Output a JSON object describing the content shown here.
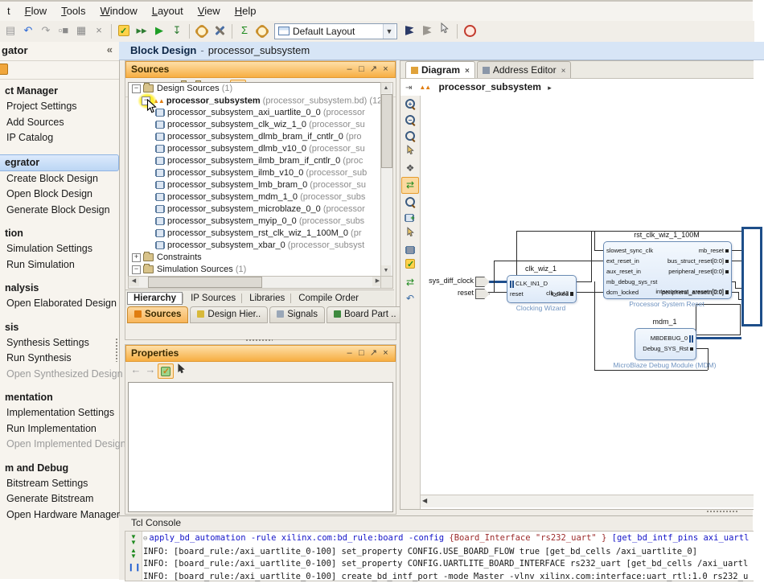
{
  "menu": {
    "items": [
      "t",
      "Flow",
      "Tools",
      "Window",
      "Layout",
      "View",
      "Help"
    ]
  },
  "toolbar": {
    "icons_left": [
      "save-icon",
      "undo-icon",
      "redo-icon",
      "copy-icon",
      "paste-icon",
      "delete-icon"
    ],
    "icons_mid": [
      "run-checkpoint-icon",
      "elaborate-icon",
      "run-icon",
      "export-icon",
      "design-settings-icon",
      "tools-icon",
      "reports-sigma-icon",
      "project-gear-icon"
    ],
    "layout_select": {
      "value": "Default Layout"
    },
    "icons_right": [
      "bookmark-icon",
      "bookmark-gray-icon",
      "select-cursor-icon",
      "dashboard-icon"
    ]
  },
  "flow_navigator": {
    "title_tail": "gator",
    "collapse_glyph": "«",
    "sections": [
      {
        "header": "ct Manager",
        "selected": false,
        "items": [
          {
            "label": "Project Settings",
            "disabled": false
          },
          {
            "label": "Add Sources",
            "disabled": false
          },
          {
            "label": "IP Catalog",
            "disabled": false
          }
        ]
      },
      {
        "header": "egrator",
        "selected": true,
        "items": [
          {
            "label": "Create Block Design",
            "disabled": false
          },
          {
            "label": "Open Block Design",
            "disabled": false
          },
          {
            "label": "Generate Block Design",
            "disabled": false
          }
        ]
      },
      {
        "header": "tion",
        "selected": false,
        "items": [
          {
            "label": "Simulation Settings",
            "disabled": false
          },
          {
            "label": "Run Simulation",
            "disabled": false
          }
        ]
      },
      {
        "header": "nalysis",
        "selected": false,
        "items": [
          {
            "label": "Open Elaborated Design",
            "disabled": false
          }
        ]
      },
      {
        "header": "sis",
        "selected": false,
        "items": [
          {
            "label": "Synthesis Settings",
            "disabled": false
          },
          {
            "label": "Run Synthesis",
            "disabled": false
          },
          {
            "label": "Open Synthesized Design",
            "disabled": true
          }
        ]
      },
      {
        "header": "mentation",
        "selected": false,
        "items": [
          {
            "label": "Implementation Settings",
            "disabled": false
          },
          {
            "label": "Run Implementation",
            "disabled": false
          },
          {
            "label": "Open Implemented Design",
            "disabled": true
          }
        ]
      },
      {
        "header": "m and Debug",
        "selected": false,
        "items": [
          {
            "label": "Bitstream Settings",
            "disabled": false
          },
          {
            "label": "Generate Bitstream",
            "disabled": false
          },
          {
            "label": "Open Hardware Manager",
            "disabled": false
          }
        ]
      }
    ]
  },
  "block_design_bar": {
    "title": "Block Design",
    "dash": "-",
    "subtitle": "processor_subsystem"
  },
  "sources_panel": {
    "title": "Sources",
    "toolbar_icons": [
      "search-icon",
      "expand-all-icon",
      "collapse-all-icon",
      "open-folder-icon",
      "add-sources-icon",
      "help-icon",
      "scroll-to-selected-icon"
    ],
    "tree": [
      {
        "label": "Design Sources",
        "tail": " (1)",
        "level": 0,
        "icon": "folder",
        "expander": "minus",
        "bold": false,
        "highlight": false
      },
      {
        "label": "processor_subsystem",
        "tail": " (processor_subsystem.bd) (12)",
        "level": 1,
        "icon": "bd",
        "expander": "minus",
        "bold": true,
        "highlight": true
      },
      {
        "label": "processor_subsystem_axi_uartlite_0_0",
        "tail": " (processor",
        "level": 2,
        "icon": "ip",
        "expander": null,
        "bold": false,
        "highlight": false
      },
      {
        "label": "processor_subsystem_clk_wiz_1_0",
        "tail": " (processor_su",
        "level": 2,
        "icon": "ip",
        "expander": null,
        "bold": false,
        "highlight": false
      },
      {
        "label": "processor_subsystem_dlmb_bram_if_cntlr_0",
        "tail": " (pro",
        "level": 2,
        "icon": "ip",
        "expander": null,
        "bold": false,
        "highlight": false
      },
      {
        "label": "processor_subsystem_dlmb_v10_0",
        "tail": " (processor_su",
        "level": 2,
        "icon": "ip",
        "expander": null,
        "bold": false,
        "highlight": false
      },
      {
        "label": "processor_subsystem_ilmb_bram_if_cntlr_0",
        "tail": " (proc",
        "level": 2,
        "icon": "ip",
        "expander": null,
        "bold": false,
        "highlight": false
      },
      {
        "label": "processor_subsystem_ilmb_v10_0",
        "tail": " (processor_sub",
        "level": 2,
        "icon": "ip",
        "expander": null,
        "bold": false,
        "highlight": false
      },
      {
        "label": "processor_subsystem_lmb_bram_0",
        "tail": " (processor_su",
        "level": 2,
        "icon": "ip",
        "expander": null,
        "bold": false,
        "highlight": false
      },
      {
        "label": "processor_subsystem_mdm_1_0",
        "tail": " (processor_subs",
        "level": 2,
        "icon": "ip",
        "expander": null,
        "bold": false,
        "highlight": false
      },
      {
        "label": "processor_subsystem_microblaze_0_0",
        "tail": " (processor",
        "level": 2,
        "icon": "ip",
        "expander": null,
        "bold": false,
        "highlight": false
      },
      {
        "label": "processor_subsystem_myip_0_0",
        "tail": " (processor_subs",
        "level": 2,
        "icon": "ip",
        "expander": null,
        "bold": false,
        "highlight": false
      },
      {
        "label": "processor_subsystem_rst_clk_wiz_1_100M_0",
        "tail": " (pr",
        "level": 2,
        "icon": "ip",
        "expander": null,
        "bold": false,
        "highlight": false
      },
      {
        "label": "processor_subsystem_xbar_0",
        "tail": " (processor_subsyst",
        "level": 2,
        "icon": "ip",
        "expander": null,
        "bold": false,
        "highlight": false
      },
      {
        "label": "Constraints",
        "tail": "",
        "level": 0,
        "icon": "folder",
        "expander": "plus",
        "bold": false,
        "highlight": false
      },
      {
        "label": "Simulation Sources",
        "tail": " (1)",
        "level": 0,
        "icon": "folder",
        "expander": "minus",
        "bold": false,
        "highlight": false
      }
    ],
    "subtabs": [
      {
        "label": "Hierarchy",
        "active": true
      },
      {
        "label": "IP Sources",
        "active": false
      },
      {
        "label": "Libraries",
        "active": false
      },
      {
        "label": "Compile Order",
        "active": false
      }
    ],
    "tabs": [
      {
        "label": "Sources",
        "active": true,
        "icon": "sources-tree-icon",
        "color": "#e07d10"
      },
      {
        "label": "Design Hier..",
        "active": false,
        "icon": "design-hierarchy-icon",
        "color": "#d8b93a"
      },
      {
        "label": "Signals",
        "active": false,
        "icon": "signals-icon",
        "color": "#9aa7b8"
      },
      {
        "label": "Board Part ..",
        "active": false,
        "icon": "board-part-icon",
        "color": "#3f8a3f"
      }
    ]
  },
  "properties_panel": {
    "title": "Properties",
    "toolbar_icons": [
      "back-icon",
      "forward-icon",
      "auto-update-icon",
      "select-icon"
    ]
  },
  "diagram_panel": {
    "tabs": [
      {
        "label": "Diagram",
        "active": true,
        "close": "×"
      },
      {
        "label": "Address Editor",
        "active": false,
        "close": "×"
      }
    ],
    "breadcrumb": {
      "name": "processor_subsystem",
      "arrow": "▸"
    },
    "side_toolbar_icons": [
      "zoom-in-icon",
      "zoom-out-icon",
      "zoom-fit-icon",
      "pointer-icon",
      "fit-selection-icon",
      "regenerate-layout-icon",
      "search-icon",
      "add-ip-icon",
      "make-external-icon",
      "processor-icon",
      "validate-design-icon",
      "refresh-icon",
      "undo-layout-icon"
    ],
    "external_ports": [
      {
        "label": "sys_diff_clock"
      },
      {
        "label": "reset"
      }
    ],
    "blocks": {
      "clk_wiz": {
        "title": "clk_wiz_1",
        "left_ports": [
          "CLK_IN1_D",
          "reset"
        ],
        "right_ports": [
          "clk_out1",
          "locked"
        ],
        "caption": "Clocking Wizard"
      },
      "rst": {
        "title": "rst_clk_wiz_1_100M",
        "left_ports": [
          "slowest_sync_clk",
          "ext_reset_in",
          "aux_reset_in",
          "mb_debug_sys_rst",
          "dcm_locked"
        ],
        "right_ports": [
          "mb_reset",
          "bus_struct_reset[0:0]",
          "peripheral_reset[0:0]",
          "interconnect_aresetn[0:0]",
          "peripheral_aresetn[0:0]"
        ],
        "caption": "Processor System Reset"
      },
      "mdm": {
        "title": "mdm_1",
        "right_ports": [
          "MBDEBUG_0",
          "Debug_SYS_Rst"
        ],
        "caption": "MicroBlaze Debug Module (MDM)"
      }
    }
  },
  "tcl_console": {
    "title": "Tcl Console",
    "gutter_icons": [
      "scroll-down-icon",
      "scroll-up-icon",
      "pause-icon"
    ],
    "lines": [
      {
        "folded": true,
        "segments": [
          {
            "text": "apply_bd_automation -rule xilinx.com:bd_rule:board -config ",
            "color": "command"
          },
          {
            "text": "{Board_Interface \"rs232_uart\" } ",
            "color": "string"
          },
          {
            "text": " [get_bd_intf_pins axi_uartl",
            "color": "command"
          }
        ]
      },
      {
        "folded": false,
        "segments": [
          {
            "text": "INFO: [board_rule:/axi_uartlite_0-100] set_property CONFIG.USE_BOARD_FLOW true [get_bd_cells /axi_uartlite_0]",
            "color": "plain"
          }
        ]
      },
      {
        "folded": false,
        "segments": [
          {
            "text": "INFO: [board_rule:/axi_uartlite_0-100] set_property CONFIG.UARTLITE_BOARD_INTERFACE rs232_uart [get_bd_cells /axi_uartl",
            "color": "plain"
          }
        ]
      },
      {
        "folded": false,
        "segments": [
          {
            "text": "INFO: [board_rule:/axi_uartlite_0-100] create_bd_intf_port -mode Master -vlnv xilinx.com:interface:uart_rtl:1.0 rs232_u",
            "color": "plain"
          }
        ]
      }
    ]
  }
}
